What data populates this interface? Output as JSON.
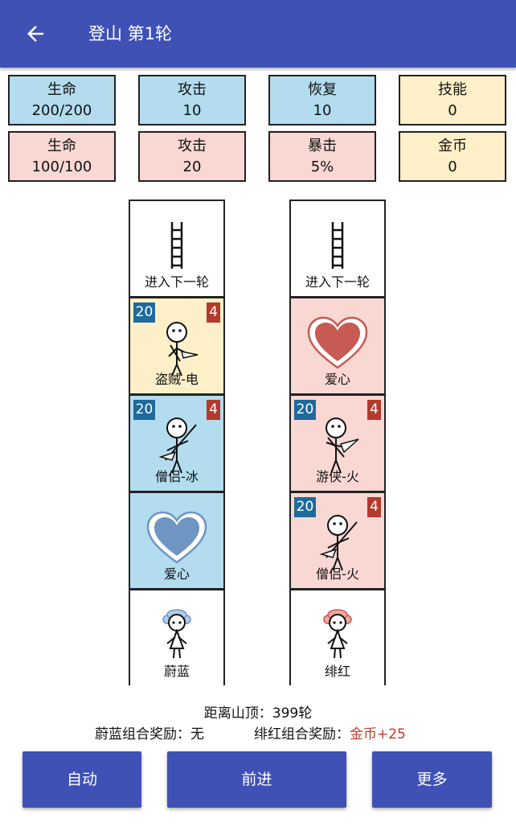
{
  "header": {
    "title": "登山 第1轮",
    "back_icon": "arrow-left-icon"
  },
  "colors": {
    "primary": "#3f51b5",
    "blue_tile": "#b3dcef",
    "pink_tile": "#f9d7d3",
    "yellow_tile": "#fdf0c8",
    "badge_blue": "#1e6a9b",
    "badge_red": "#b33a2d",
    "reward_red": "#c0392b"
  },
  "stats_blue": [
    {
      "label": "生命",
      "value": "200/200"
    },
    {
      "label": "攻击",
      "value": "10"
    },
    {
      "label": "恢复",
      "value": "10"
    },
    {
      "label": "技能",
      "value": "0"
    }
  ],
  "stats_pink": [
    {
      "label": "生命",
      "value": "100/100"
    },
    {
      "label": "攻击",
      "value": "20"
    },
    {
      "label": "暴击",
      "value": "5%"
    },
    {
      "label": "金币",
      "value": "0"
    }
  ],
  "left_column": [
    {
      "label": "进入下一轮",
      "icon": "ladder-icon",
      "color": "white"
    },
    {
      "label": "盗贼-电",
      "icon": "thief-icon",
      "color": "yellow",
      "badge_left": "20",
      "badge_right": "4"
    },
    {
      "label": "僧侣-冰",
      "icon": "monk-icon",
      "color": "blue",
      "badge_left": "20",
      "badge_right": "4"
    },
    {
      "label": "爱心",
      "icon": "heart-icon",
      "color": "blue"
    },
    {
      "label": "蔚蓝",
      "icon": "girl-blue-icon",
      "color": "white"
    }
  ],
  "right_column": [
    {
      "label": "进入下一轮",
      "icon": "ladder-icon",
      "color": "white"
    },
    {
      "label": "爱心",
      "icon": "heart-icon",
      "color": "pink"
    },
    {
      "label": "游侠-火",
      "icon": "ranger-icon",
      "color": "pink",
      "badge_left": "20",
      "badge_right": "4"
    },
    {
      "label": "僧侣-火",
      "icon": "monk-icon",
      "color": "pink",
      "badge_left": "20",
      "badge_right": "4"
    },
    {
      "label": "绯红",
      "icon": "girl-red-icon",
      "color": "white"
    }
  ],
  "info": {
    "distance": "距离山顶：399轮",
    "blue_reward_label": "蔚蓝组合奖励：无",
    "red_reward_label": "绯红组合奖励：",
    "red_reward_value": "金币+25"
  },
  "buttons": {
    "auto": "自动",
    "forward": "前进",
    "more": "更多"
  }
}
